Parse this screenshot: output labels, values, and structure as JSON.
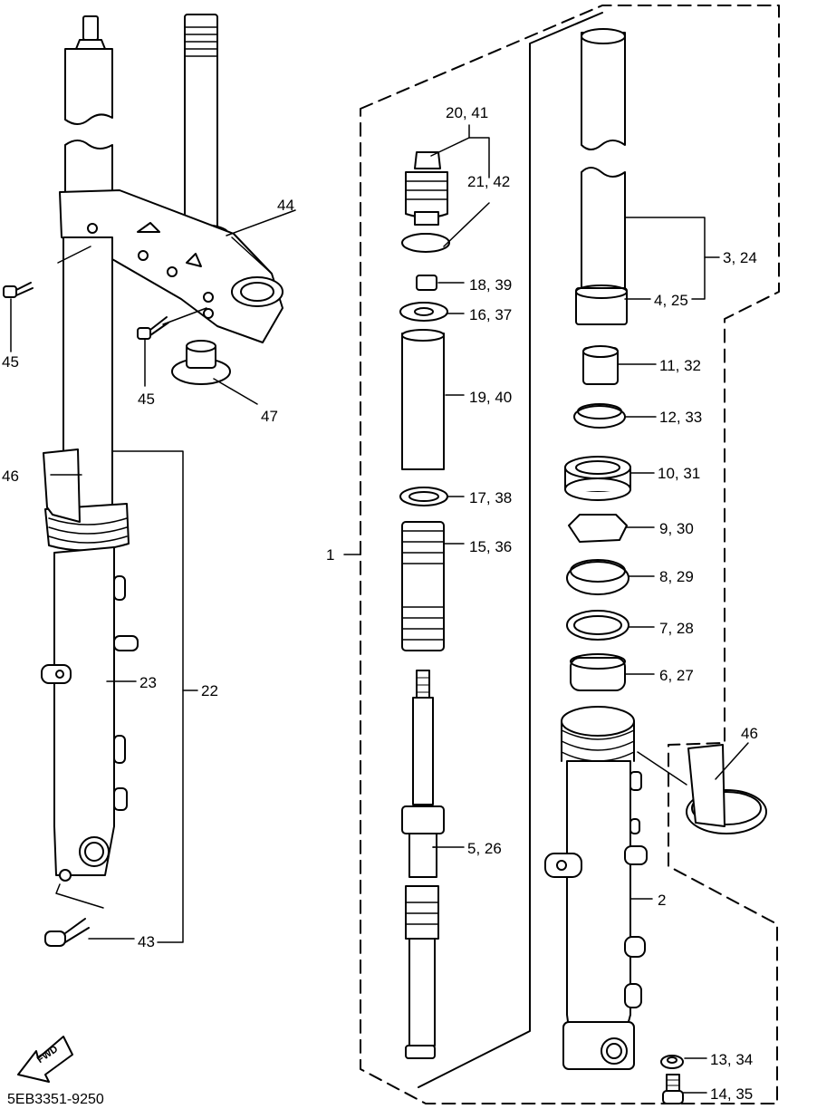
{
  "callouts": {
    "c1": "1",
    "c2": "2",
    "c3_24": "3, 24",
    "c4_25": "4, 25",
    "c5_26": "5, 26",
    "c6_27": "6, 27",
    "c7_28": "7, 28",
    "c8_29": "8, 29",
    "c9_30": "9, 30",
    "c10_31": "10, 31",
    "c11_32": "11, 32",
    "c12_33": "12, 33",
    "c13_34": "13, 34",
    "c14_35": "14, 35",
    "c15_36": "15, 36",
    "c16_37": "16, 37",
    "c17_38": "17, 38",
    "c18_39": "18, 39",
    "c19_40": "19, 40",
    "c20_41": "20, 41",
    "c21_42": "21, 42",
    "c22": "22",
    "c23": "23",
    "c43": "43",
    "c44": "44",
    "c45a": "45",
    "c45b": "45",
    "c46a": "46",
    "c46b": "46",
    "c47": "47"
  },
  "fwd_label": "FWD",
  "doc_code": "5EB3351-9250"
}
